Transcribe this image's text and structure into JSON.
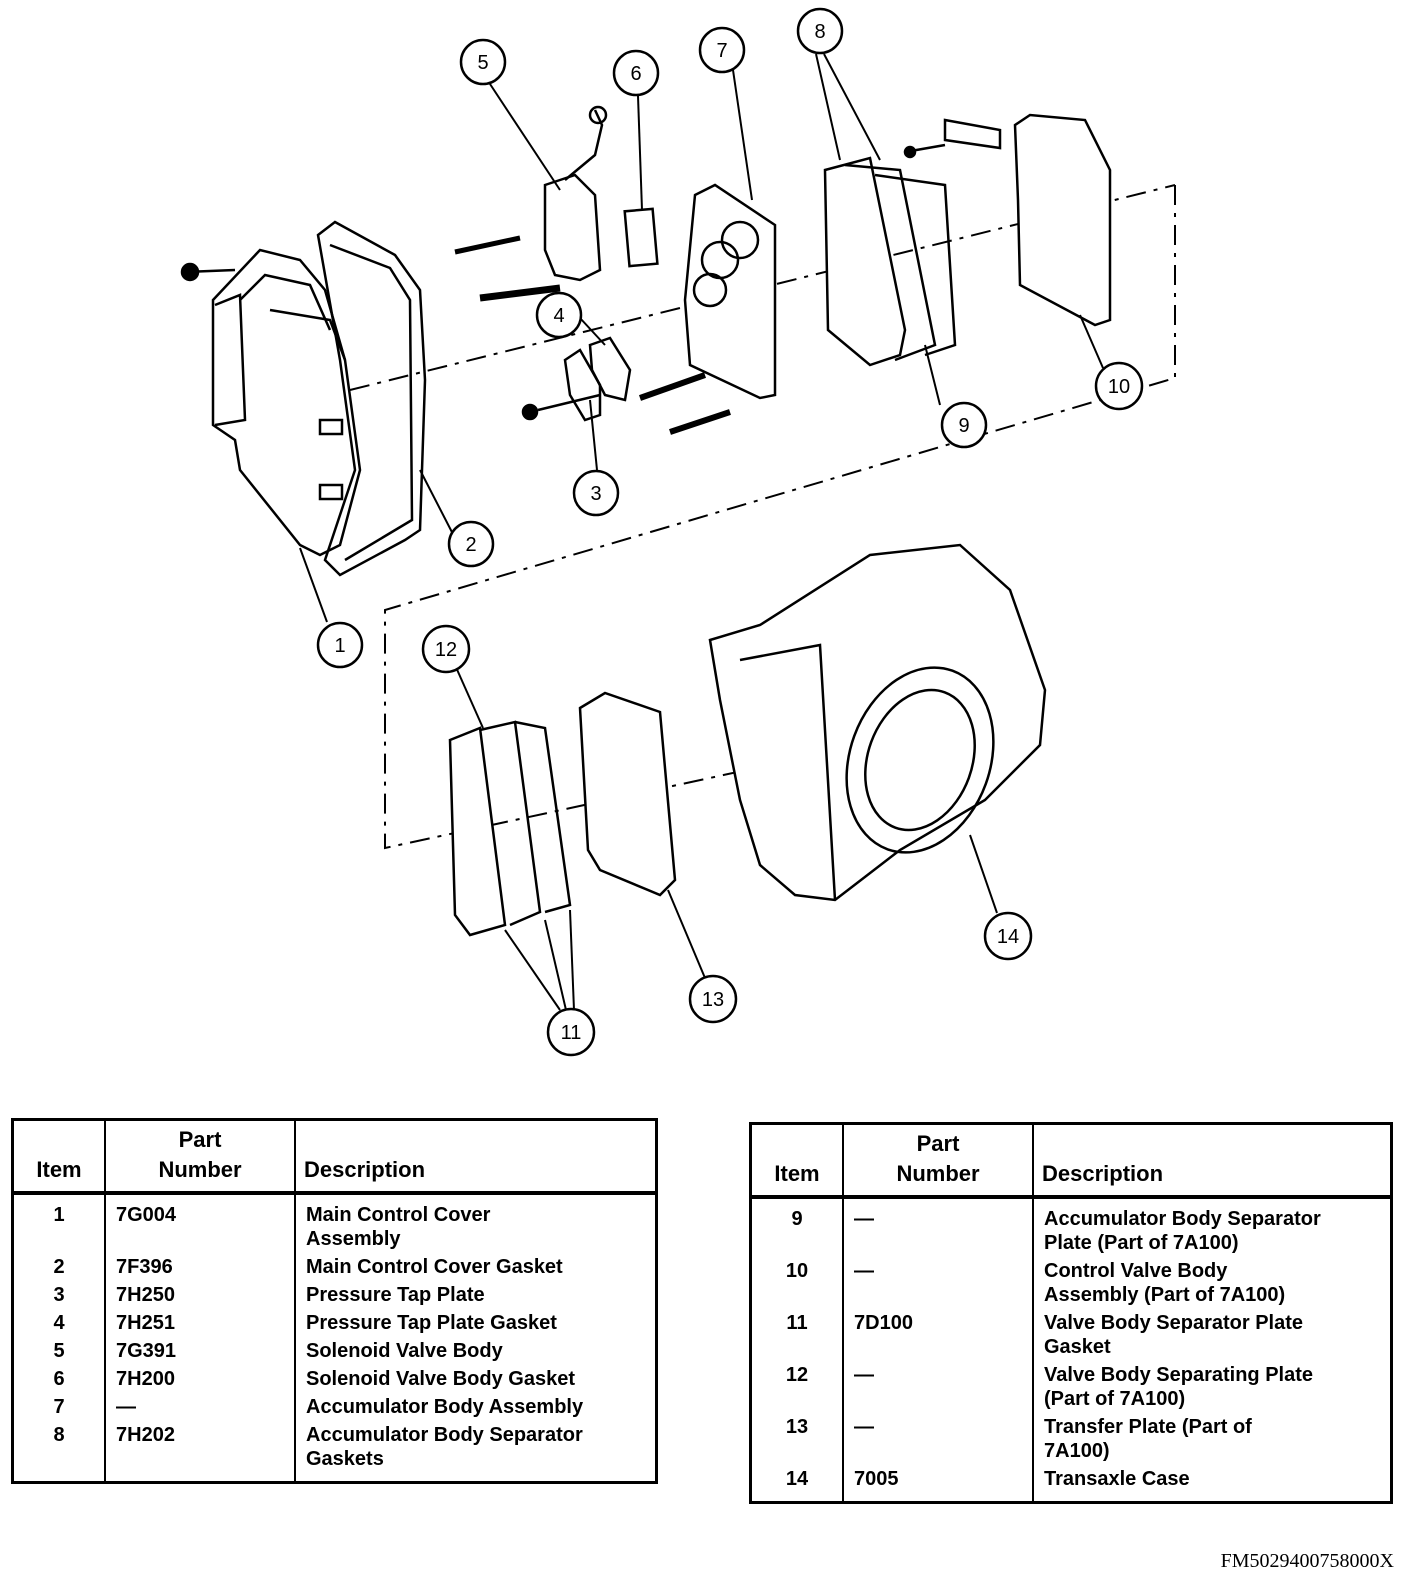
{
  "callouts": [
    "1",
    "2",
    "3",
    "4",
    "5",
    "6",
    "7",
    "8",
    "9",
    "10",
    "11",
    "12",
    "13",
    "14"
  ],
  "parts_table": {
    "headers": {
      "item": "Item",
      "part_line1": "Part",
      "part_line2": "Number",
      "description": "Description"
    },
    "left": [
      {
        "item": "1",
        "part": "7G004",
        "description_lines": [
          "Main Control Cover",
          "Assembly"
        ]
      },
      {
        "item": "2",
        "part": "7F396",
        "description_lines": [
          "Main Control Cover Gasket"
        ]
      },
      {
        "item": "3",
        "part": "7H250",
        "description_lines": [
          "Pressure Tap Plate"
        ]
      },
      {
        "item": "4",
        "part": "7H251",
        "description_lines": [
          "Pressure Tap Plate Gasket"
        ]
      },
      {
        "item": "5",
        "part": "7G391",
        "description_lines": [
          "Solenoid Valve Body"
        ]
      },
      {
        "item": "6",
        "part": "7H200",
        "description_lines": [
          "Solenoid Valve Body Gasket"
        ]
      },
      {
        "item": "7",
        "part": "—",
        "description_lines": [
          "Accumulator Body Assembly"
        ]
      },
      {
        "item": "8",
        "part": "7H202",
        "description_lines": [
          "Accumulator Body Separator",
          "Gaskets"
        ]
      }
    ],
    "right": [
      {
        "item": "9",
        "part": "—",
        "description_lines": [
          "Accumulator Body Separator",
          "Plate (Part of 7A100)"
        ]
      },
      {
        "item": "10",
        "part": "—",
        "description_lines": [
          "Control Valve Body",
          "Assembly (Part of 7A100)"
        ]
      },
      {
        "item": "11",
        "part": "7D100",
        "description_lines": [
          "Valve Body Separator Plate",
          "Gasket"
        ]
      },
      {
        "item": "12",
        "part": "—",
        "description_lines": [
          "Valve Body Separating Plate",
          "(Part of 7A100)"
        ]
      },
      {
        "item": "13",
        "part": "—",
        "description_lines": [
          "Transfer Plate (Part of",
          "7A100)"
        ]
      },
      {
        "item": "14",
        "part": "7005",
        "description_lines": [
          "Transaxle Case"
        ]
      }
    ]
  },
  "figure_id": "FM5029400758000X"
}
